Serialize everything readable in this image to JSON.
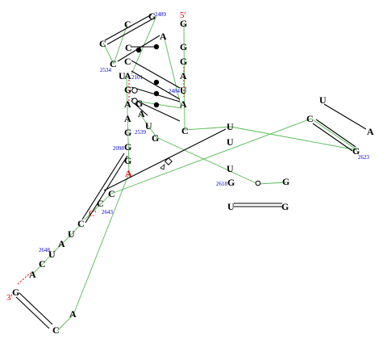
{
  "nucleotides": [
    "C",
    "G",
    "G",
    "C",
    "C",
    "A",
    "G",
    "C",
    "C",
    "G",
    "U",
    "A",
    "A",
    "U",
    "G",
    "A",
    "G",
    "A",
    "A",
    "C",
    "A",
    "U",
    "U",
    "U",
    "C",
    "G",
    "A",
    "U",
    "G",
    "G",
    "G",
    "G",
    "A",
    "C",
    "G",
    "G",
    "C",
    "C",
    "U",
    "G",
    "C",
    "U",
    "A",
    "U",
    "C",
    "A",
    "G"
  ],
  "end_labels": [
    "5'",
    "3'",
    "C'"
  ],
  "position_labels": [
    "2489",
    "2534",
    "2101",
    "2484",
    "2539",
    "2098",
    "2623",
    "2618",
    "2643",
    "2648"
  ]
}
